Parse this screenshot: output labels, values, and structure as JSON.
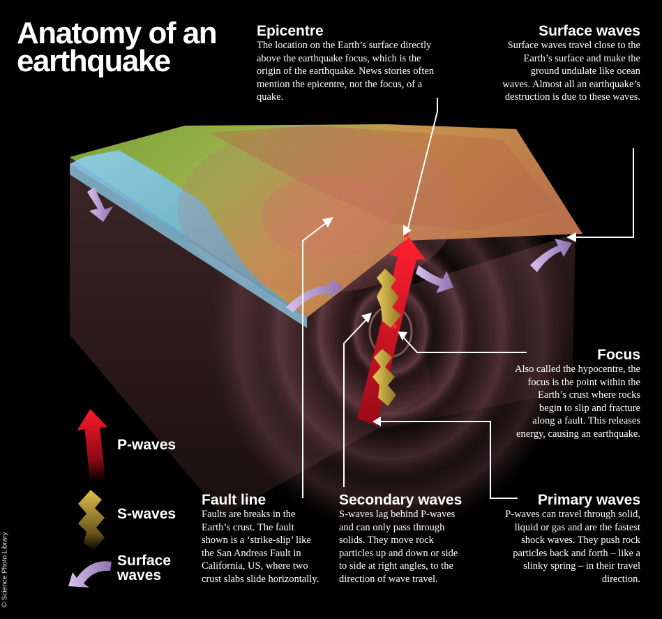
{
  "title": "Anatomy of an earthquake",
  "epicentre": {
    "heading": "Epicentre",
    "body": "The location on the Earth’s surface directly above the earthquake focus, which is the origin of the earthquake. News stories often mention the epicentre, not the focus, of a quake."
  },
  "surface_waves": {
    "heading": "Surface waves",
    "body": "Surface waves travel close to the Earth’s surface and make the ground undulate like ocean waves. Almost all an earthquake’s destruction is due to these waves."
  },
  "focus": {
    "heading": "Focus",
    "body": "Also called the hypocentre, the focus is the point within the Earth’s crust where rocks begin to slip and fracture along a fault. This releases energy, causing an earthquake."
  },
  "fault_line": {
    "heading": "Fault line",
    "body": "Faults are breaks in the Earth’s crust. The fault shown is a ‘strike-slip’ like the San Andreas Fault in California, US, where two crust slabs slide horizontally."
  },
  "secondary_waves": {
    "heading": "Secondary waves",
    "body": "S-waves lag behind P-waves and can only pass through solids. They move rock particles up and down or side to side at right angles, to the direction of wave travel."
  },
  "primary_waves": {
    "heading": "Primary waves",
    "body": "P-waves can travel through solid, liquid or gas and are the fastest shock waves. They push rock particles back and forth – like a slinky spring – in their travel direction."
  },
  "legend": {
    "p": "P-waves",
    "s": "S-waves",
    "surface": "Surface waves"
  },
  "credit": "© Science Photo Library",
  "colors": {
    "background": "#000000",
    "p_wave": "#d8112a",
    "s_wave": "#c9a83a",
    "surface_wave": "#b89ad0",
    "crust": "#4a2c2e",
    "sea": "#6cb4d8"
  }
}
